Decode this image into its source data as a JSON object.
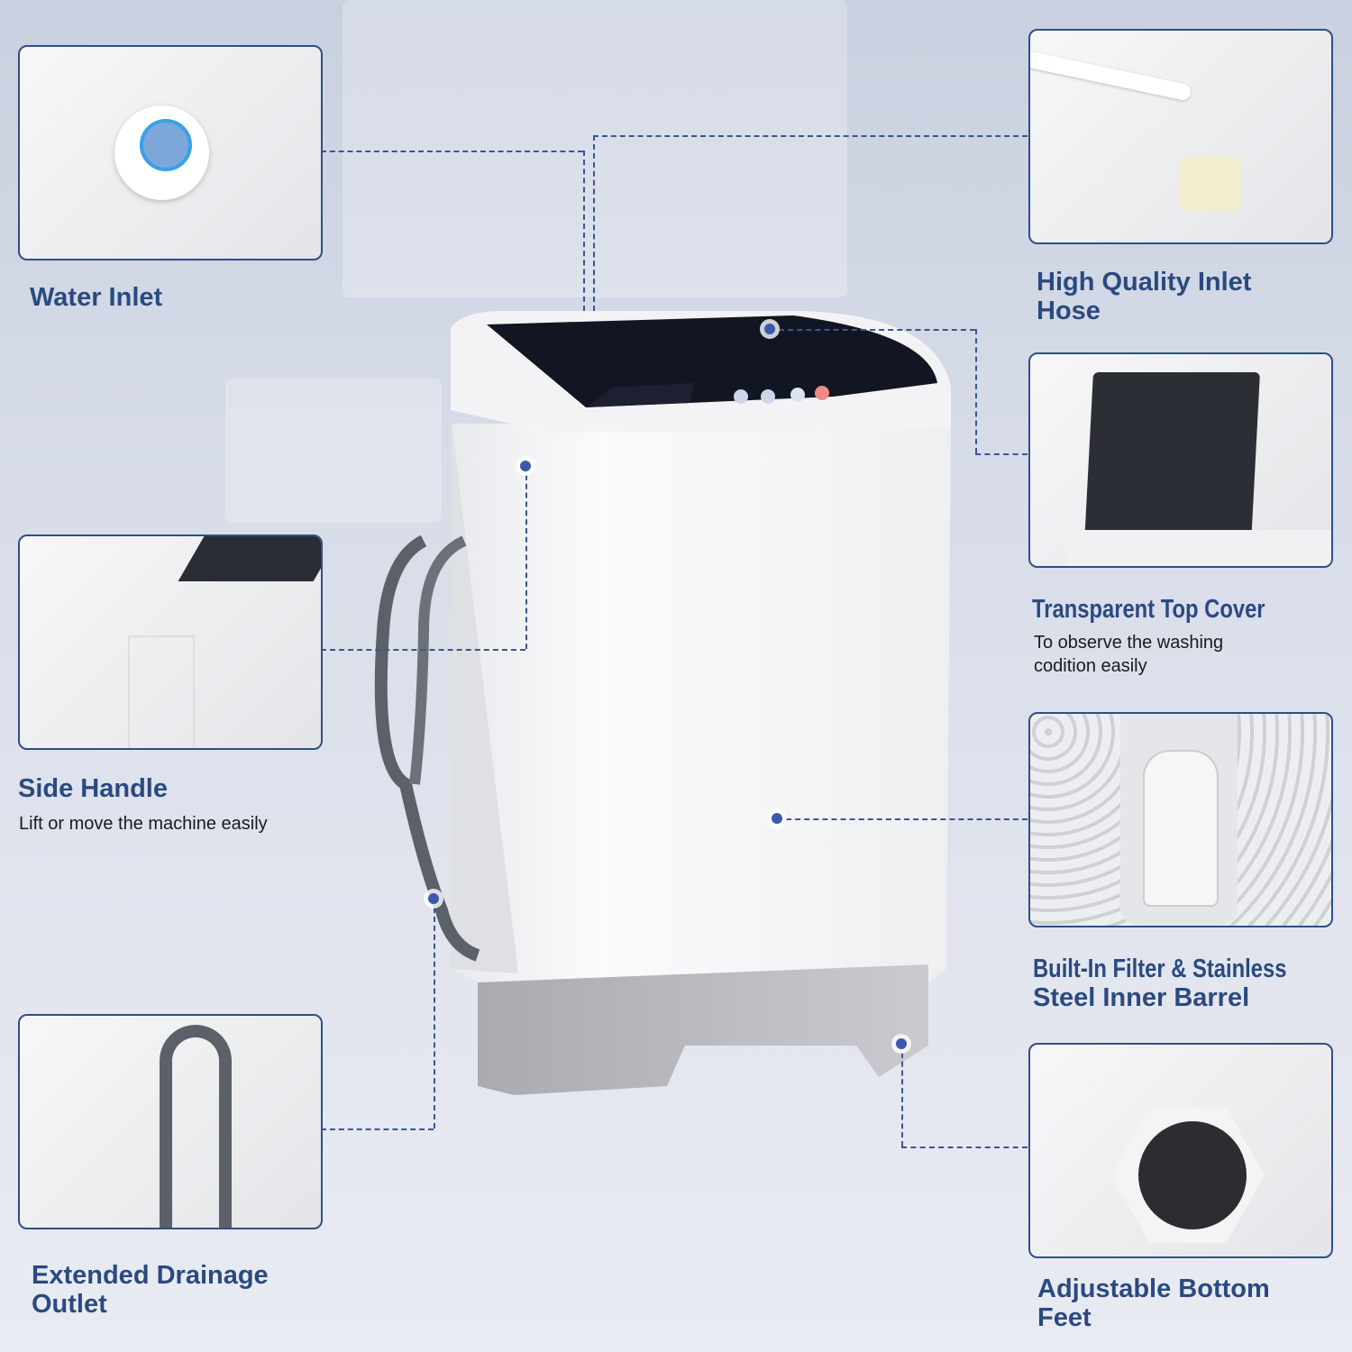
{
  "features": {
    "water_inlet": {
      "title": "Water Inlet"
    },
    "side_handle": {
      "title": "Side Handle",
      "subtitle": "Lift or move the machine easily"
    },
    "drainage": {
      "title_line1": "Extended Drainage",
      "title_line2": "Outlet"
    },
    "inlet_hose": {
      "title_line1": "High Quality Inlet",
      "title_line2": "Hose"
    },
    "top_cover": {
      "title": "Transparent Top Cover",
      "subtitle_line1": "To observe the washing",
      "subtitle_line2": "codition easily"
    },
    "filter": {
      "title_line1": "Built-In Filter & Stainless",
      "title_line2": "Steel Inner Barrel"
    },
    "feet": {
      "title_line1": "Adjustable Bottom",
      "title_line2": "Feet"
    }
  },
  "colors": {
    "accent": "#2a4a80",
    "panel_border": "#2f4f86",
    "dot": "#3a5ab0"
  }
}
